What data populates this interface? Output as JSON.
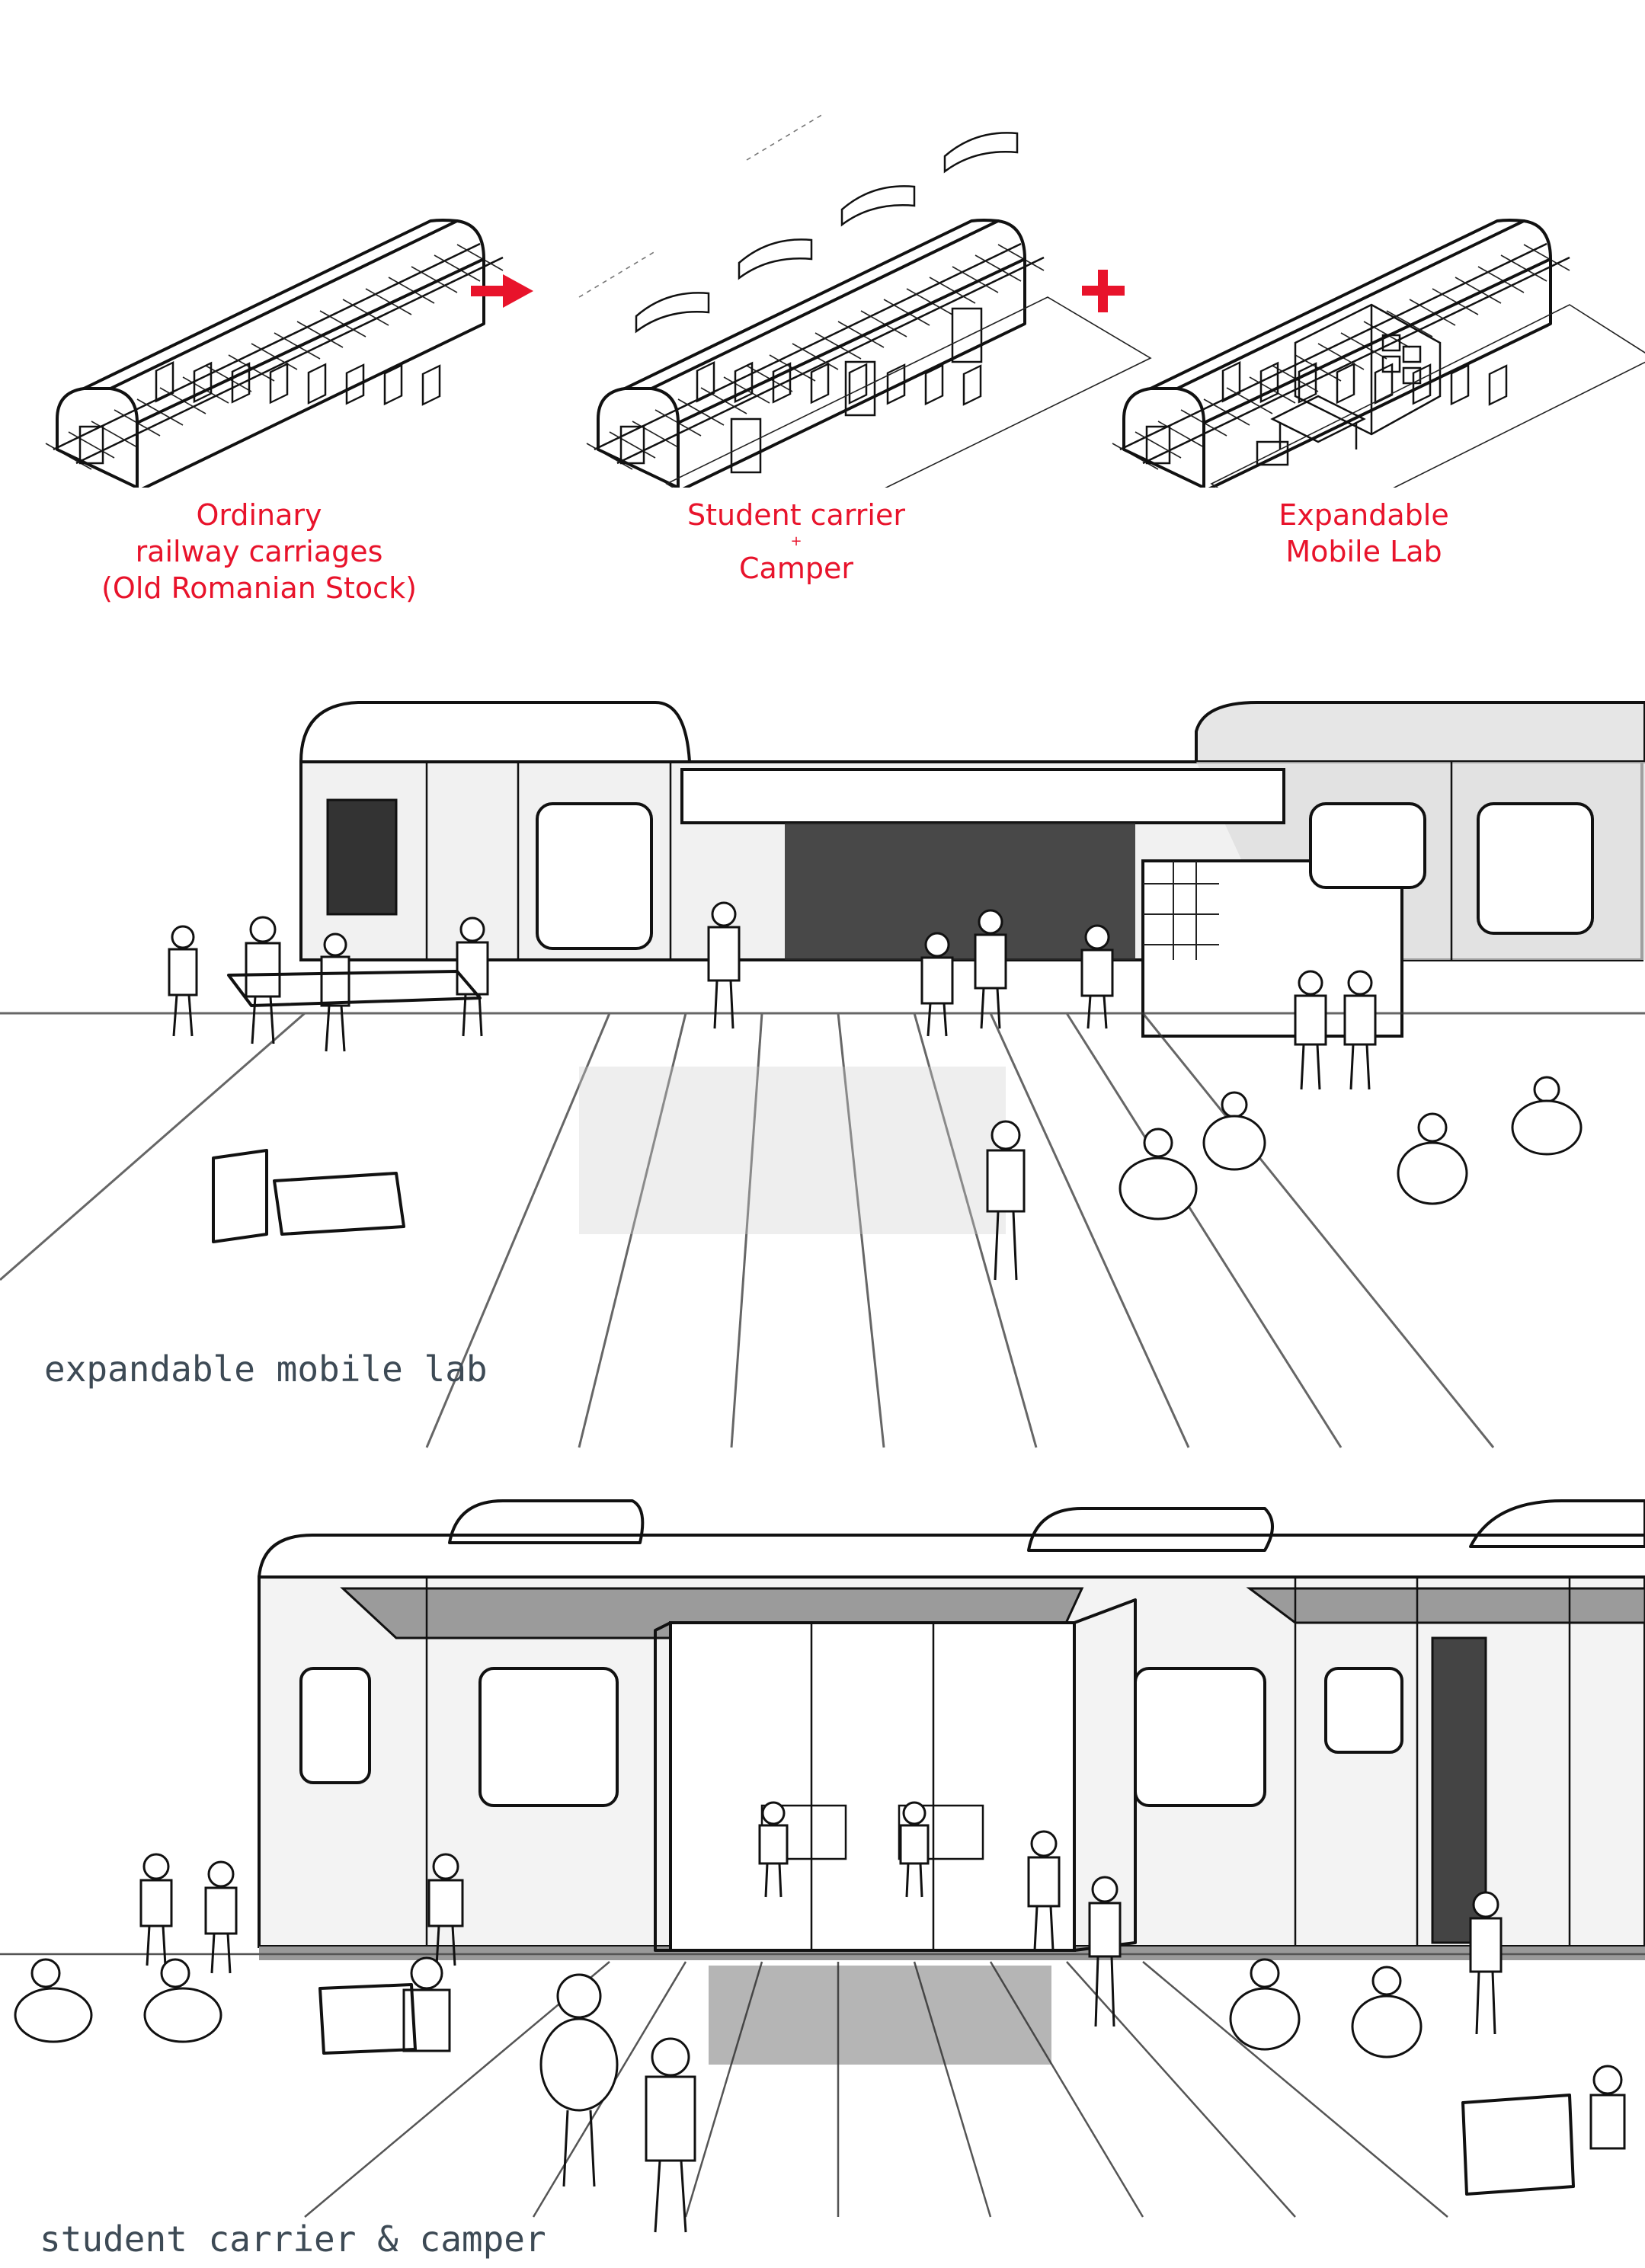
{
  "title": "",
  "accent_color": "#e8132b",
  "caption_color": "#3d4a55",
  "diagram": {
    "steps": [
      {
        "id": "ordinary",
        "label_lines": [
          "Ordinary",
          "railway carriages",
          "(Old Romanian Stock)"
        ]
      },
      {
        "id": "student",
        "label_lines": [
          "Student carrier",
          "+",
          "Camper"
        ]
      },
      {
        "id": "lab",
        "label_lines": [
          "Expandable",
          "Mobile Lab"
        ]
      }
    ],
    "operators": [
      {
        "id": "arrow",
        "icon": "right-arrow-icon"
      },
      {
        "id": "plus",
        "icon": "plus-icon"
      }
    ]
  },
  "sketches": [
    {
      "id": "lab-sketch",
      "caption": "expandable mobile lab"
    },
    {
      "id": "camper-sketch",
      "caption": "student carrier & camper"
    }
  ]
}
